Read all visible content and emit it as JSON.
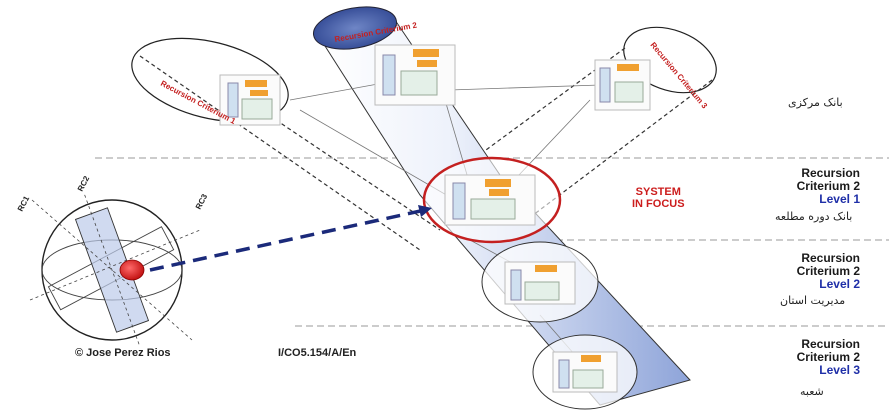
{
  "cylinders": {
    "left_label": "Recursion Criterium 1",
    "center_label": "Recursion Criterium 2",
    "right_label": "Recursion Criterium 3"
  },
  "levels": [
    {
      "line1": "Recursion",
      "line2": "Criterium 2",
      "level": "Level 1",
      "persian": "بانک دوره مطلعه"
    },
    {
      "line1": "Recursion",
      "line2": "Criterium 2",
      "level": "Level 2",
      "persian": "مدیریت استان"
    },
    {
      "line1": "Recursion",
      "line2": "Criterium 2",
      "level": "Level 3",
      "persian": "شعبه"
    }
  ],
  "top_persian": "بانک مرکزی",
  "focus": {
    "line1": "SYSTEM",
    "line2": "IN FOCUS"
  },
  "sphere_axes": [
    "RC1",
    "RC2",
    "RC3"
  ],
  "footer": {
    "copyright": "© Jose Perez Rios",
    "code": "I/CO5.154/A/En"
  },
  "colors": {
    "focus_ring": "#c42020",
    "level_text": "#1f2fa8",
    "cylinder_fill": "#8ea4d9"
  }
}
